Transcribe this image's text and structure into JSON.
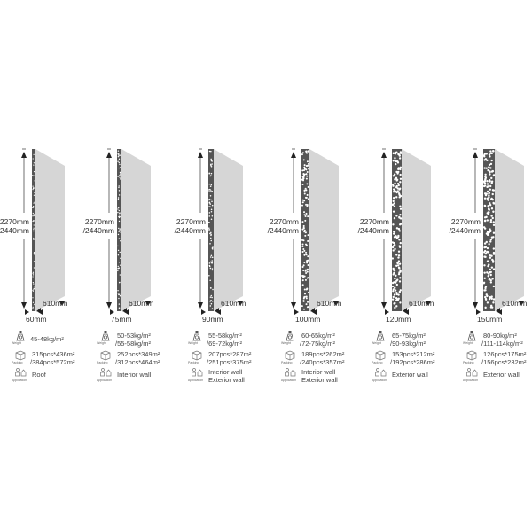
{
  "panels": [
    {
      "height": "2270mm",
      "height2": "/2440mm",
      "width": "610mm",
      "thickness": "60mm",
      "weight": [
        "45-48kg/m²"
      ],
      "packing": [
        "315pcs*436m²",
        "/384pcs*572m²"
      ],
      "application": [
        "Roof"
      ]
    },
    {
      "height": "2270mm",
      "height2": "/2440mm",
      "width": "610mm",
      "thickness": "75mm",
      "weight": [
        "50-53kg/m²",
        "/55-58kg/m²"
      ],
      "packing": [
        "252pcs*349m²",
        "/312pcs*464m²"
      ],
      "application": [
        "Interior wall"
      ]
    },
    {
      "height": "2270mm",
      "height2": "/2440mm",
      "width": "610mm",
      "thickness": "90mm",
      "weight": [
        "55-58kg/m²",
        "/69-72kg/m²"
      ],
      "packing": [
        "207pcs*287m²",
        "/251pcs*375m²"
      ],
      "application": [
        "Interior wall",
        "Exterior wall"
      ]
    },
    {
      "height": "2270mm",
      "height2": "/2440mm",
      "width": "610mm",
      "thickness": "100mm",
      "weight": [
        "60-65kg/m²",
        "/72-75kg/m²"
      ],
      "packing": [
        "189pcs*262m²",
        "/240pcs*357m²"
      ],
      "application": [
        "Interior wall",
        "Exterior wall"
      ]
    },
    {
      "height": "2270mm",
      "height2": "/2440mm",
      "width": "610mm",
      "thickness": "120mm",
      "weight": [
        "65-75kg/m²",
        "/90-93kg/m²"
      ],
      "packing": [
        "153pcs*212m²",
        "/192pcs*286m²"
      ],
      "application": [
        "Exterior wall"
      ]
    },
    {
      "height": "2270mm",
      "height2": "/2440mm",
      "width": "610mm",
      "thickness": "150mm",
      "weight": [
        "80-90kg/m²",
        "/111-114kg/m²"
      ],
      "packing": [
        "126pcs*175m²",
        "/156pcs*232m²"
      ],
      "application": [
        "Exterior wall"
      ]
    }
  ],
  "icon_labels": {
    "weight": "Weight",
    "packing": "Packing",
    "application": "Application"
  },
  "colors": {
    "core": "#555555",
    "face": "#d6d6d6",
    "text": "#333333"
  }
}
